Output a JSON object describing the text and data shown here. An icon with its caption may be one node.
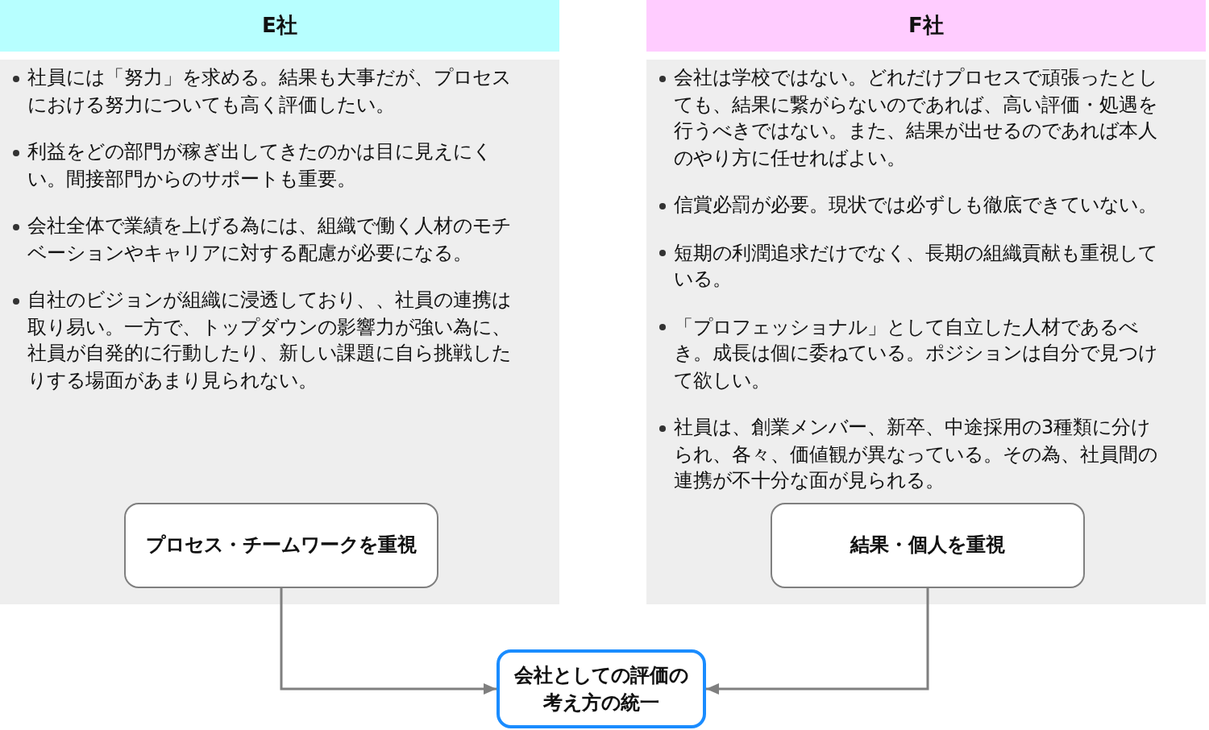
{
  "diagram": {
    "nodes": [
      {
        "text": [
          "E社"
        ]
      },
      {
        "text": [
          "社員には「努力」を求める。結果も大事だが、プロセスにおける努力についても高く評価したい。",
          "利益をどの部門が稼ぎ出してきたのかは目に見えにくい。間接部門からのサポートも重要。",
          "会社全体で業績を上げる為には、組織で働く人材のモチベーションやキャリアに対する配慮が必要になる。",
          "自社のビジョンが組織に浸透しており、、社員の連携は取り易い。一方で、トップダウンの影響力が強い為に、社員が自発的に行動したり、新しい課題に自ら挑戦したりする場面があまり見られない。"
        ]
      },
      {
        "text": [
          "プロセス・チームワークを重視"
        ],
        "in": 1
      },
      {
        "text": [
          "F社"
        ]
      },
      {
        "text": [
          "会社は学校ではない。どれだけプロセスで頑張ったとしても、結果に繋がらないのであれば、高い評価・処遇を行うべきではない。また、結果が出せるのであれば本人のやり方に任せればよい。",
          "信賞必罰が必要。現状では必ずしも徹底できていない。",
          "短期の利潤追求だけでなく、長期の組織貢献も重視している。",
          "「プロフェッショナル」として自立した人材であるべき。成長は個に委ねている。ポジションは自分で見つけて欲しい。",
          "社員は、創業メンバー、新卒、中途採用の3種類に分けられ、各々、価値観が異なっている。その為、社員間の連携が不十分な面が見られる。"
        ]
      },
      {
        "text": [
          "結果・個人を重視"
        ],
        "in": 4
      },
      {
        "text": [
          "会社としての評価の考え方の統一"
        ]
      }
    ],
    "edges": [
      {
        "from": 2,
        "to": 6,
        "arrow": "to"
      },
      {
        "from": 5,
        "to": 6,
        "arrow": "to"
      }
    ]
  }
}
